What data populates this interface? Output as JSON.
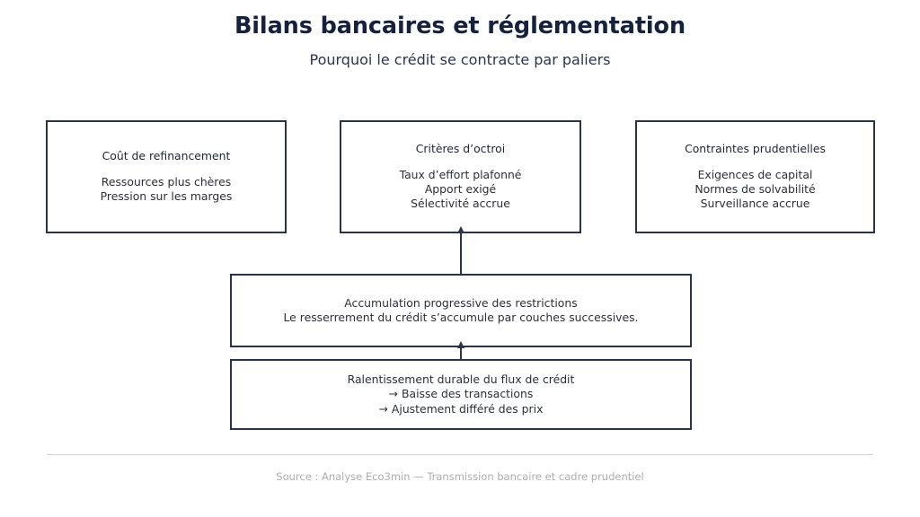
{
  "header": {
    "title": "Bilans bancaires et réglementation",
    "subtitle": "Pourquoi le crédit se contracte par paliers"
  },
  "colors": {
    "title": "#16213e",
    "box_border": "#2b3349",
    "background": "#ffffff",
    "divider": "#cfd2d6",
    "source_text": "#a9aeb4"
  },
  "diagram": {
    "top_row": [
      {
        "id": "cost",
        "head": "Coût de refinancement",
        "lines": [
          "Ressources plus chères",
          "Pression sur les marges"
        ]
      },
      {
        "id": "criteria",
        "head": "Critères d’octroi",
        "lines": [
          "Taux d’effort plafonné",
          "Apport exigé",
          "Sélectivité accrue"
        ]
      },
      {
        "id": "prudential",
        "head": "Contraintes prudentielles",
        "lines": [
          "Exigences de capital",
          "Normes de solvabilité",
          "Surveillance accrue"
        ]
      }
    ],
    "accumulation": {
      "id": "accumulation",
      "lines": [
        "Accumulation progressive des restrictions",
        "Le resserrement du crédit s’accumule par couches successives."
      ]
    },
    "outcome": {
      "id": "slowdown",
      "lines": [
        "Ralentissement durable du flux de crédit",
        "→ Baisse des transactions",
        "→ Ajustement différé des prix"
      ]
    },
    "connectors": [
      {
        "id": "accumulation-to-criteria",
        "direction": "up"
      },
      {
        "id": "outcome-to-accumulation",
        "direction": "up"
      }
    ]
  },
  "footer": {
    "source": "Source : Analyse Eco3min — Transmission bancaire et cadre prudentiel"
  }
}
